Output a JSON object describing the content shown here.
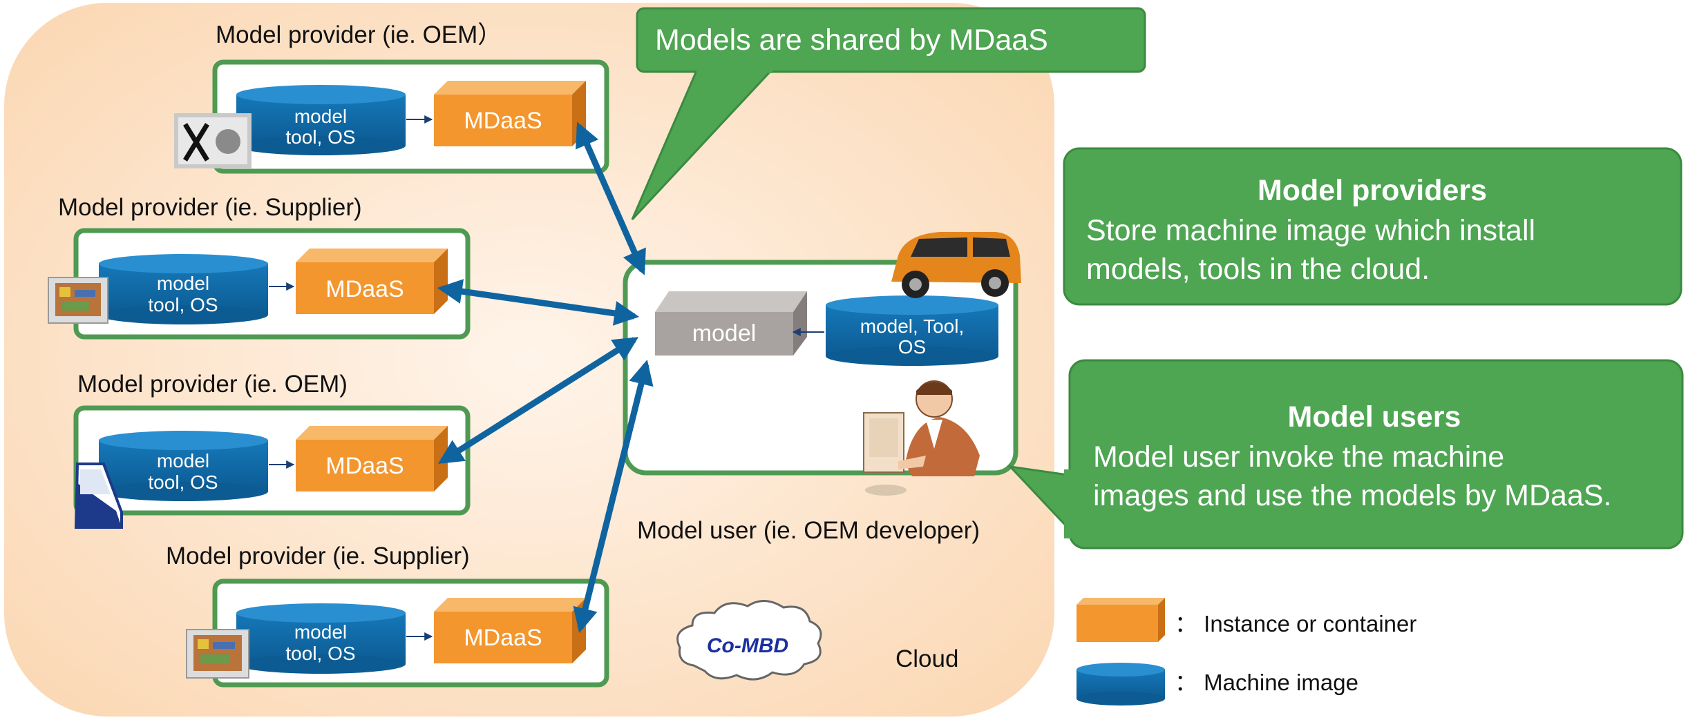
{
  "colors": {
    "cloud_fill": "#fde6cf",
    "panel_border": "#4f9a52",
    "callout_fill": "#4ea552",
    "mdaas_front": "#f3962e",
    "disk_fill": "#106aa8",
    "model_box": "#a8a2a0",
    "arrow": "#0f64a0"
  },
  "callout_top": {
    "text": "Models are shared by MDaaS"
  },
  "callout_providers": {
    "title": "Model providers",
    "line1": "Store machine image which install",
    "line2": "models, tools in the cloud."
  },
  "callout_users": {
    "title": "Model users",
    "line1": "Model user invoke the machine",
    "line2": "images and use the models by MDaaS."
  },
  "providers": [
    {
      "label": "Model provider (ie. OEM）",
      "disk_line1": "model",
      "disk_line2": "tool, OS",
      "mdaas": "MDaaS",
      "icon": "engine-tools-icon"
    },
    {
      "label": "Model provider (ie. Supplier)",
      "disk_line1": "model",
      "disk_line2": "tool, OS",
      "mdaas": "MDaaS",
      "icon": "circuit-board-icon"
    },
    {
      "label": "Model provider (ie. OEM)",
      "disk_line1": "model",
      "disk_line2": "tool, OS",
      "mdaas": "MDaaS",
      "icon": "car-door-icon"
    },
    {
      "label": "Model provider (ie. Supplier)",
      "disk_line1": "model",
      "disk_line2": "tool, OS",
      "mdaas": "MDaaS",
      "icon": "circuit-board-icon"
    }
  ],
  "user": {
    "model_box": "model",
    "disk_line1": "model, Tool,",
    "disk_line2": "OS",
    "label": "Model user (ie. OEM developer)",
    "icons": [
      "suv-car-icon",
      "developer-at-computer-icon"
    ]
  },
  "cloud": {
    "badge": "Co-MBD",
    "label": "Cloud"
  },
  "legend": {
    "instance": "： Instance or container",
    "image": "： Machine image"
  }
}
